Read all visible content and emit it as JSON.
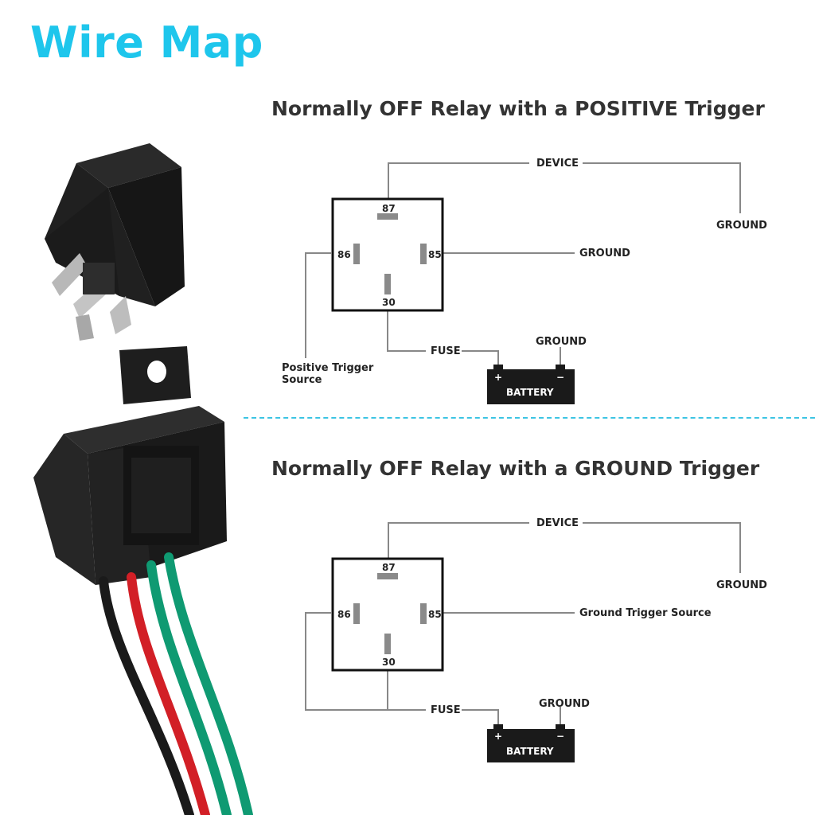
{
  "title": "Wire Map",
  "divider_color": "#3cc4e3",
  "title_color": "#1ec6ec",
  "diagrams": [
    {
      "heading": "Normally OFF Relay with a POSITIVE Trigger",
      "device": "DEVICE",
      "device_ground": "GROUND",
      "pins": {
        "p87": "87",
        "p86": "86",
        "p85": "85",
        "p30": "30"
      },
      "pin85_label": "GROUND",
      "pin86_label_line1": "Positive Trigger",
      "pin86_label_line2": "Source",
      "fuse": "FUSE",
      "battery_ground": "GROUND",
      "battery": "BATTERY",
      "plus": "+",
      "minus": "−"
    },
    {
      "heading": "Normally OFF Relay with a GROUND Trigger",
      "device": "DEVICE",
      "device_ground": "GROUND",
      "pins": {
        "p87": "87",
        "p86": "86",
        "p85": "85",
        "p30": "30"
      },
      "pin85_label": "Ground Trigger Source",
      "fuse": "FUSE",
      "battery_ground": "GROUND",
      "battery": "BATTERY",
      "plus": "+",
      "minus": "−"
    }
  ],
  "photo": {
    "relay": "relay-cube-photo",
    "socket": "relay-socket-harness-photo",
    "wire_colors": [
      "#1a1a1a",
      "#d21f26",
      "#0f9a72",
      "#0f9a72"
    ]
  }
}
